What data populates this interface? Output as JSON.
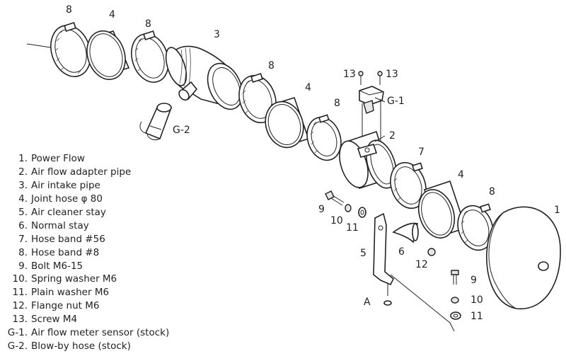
{
  "callouts": {
    "c8a": "8",
    "c4a": "4",
    "c8b": "8",
    "c3": "3",
    "c8c": "8",
    "c4b": "4",
    "c8d": "8",
    "c13a": "13",
    "c13b": "13",
    "cg1": "G-1",
    "cg2": "G-2",
    "c2": "2",
    "c7": "7",
    "c4c": "4",
    "c8e": "8",
    "c1": "1",
    "c9a": "9",
    "c10a": "10",
    "c11a": "11",
    "c5": "5",
    "c6": "6",
    "c12": "12",
    "cA": "A",
    "c9b": "9",
    "c10b": "10",
    "c11b": "11"
  },
  "legend": [
    {
      "num": "1.",
      "desc": "Power Flow"
    },
    {
      "num": "2.",
      "desc": "Air flow adapter pipe"
    },
    {
      "num": "3.",
      "desc": "Air intake pipe"
    },
    {
      "num": "4.",
      "desc": "Joint hose  φ 80"
    },
    {
      "num": "5.",
      "desc": "Air cleaner stay"
    },
    {
      "num": "6.",
      "desc": "Normal stay"
    },
    {
      "num": "7.",
      "desc": "Hose band #56"
    },
    {
      "num": "8.",
      "desc": "Hose band  #8"
    },
    {
      "num": "9.",
      "desc": "Bolt  M6-15"
    },
    {
      "num": "10.",
      "desc": "Spring washer  M6"
    },
    {
      "num": "11.",
      "desc": "Plain washer  M6"
    },
    {
      "num": "12.",
      "desc": "Flange nut  M6"
    },
    {
      "num": "13.",
      "desc": "Screw  M4"
    },
    {
      "num": "G-1.",
      "desc": "Air flow meter sensor (stock)"
    },
    {
      "num": "G-2.",
      "desc": "Blow-by hose (stock)"
    }
  ]
}
